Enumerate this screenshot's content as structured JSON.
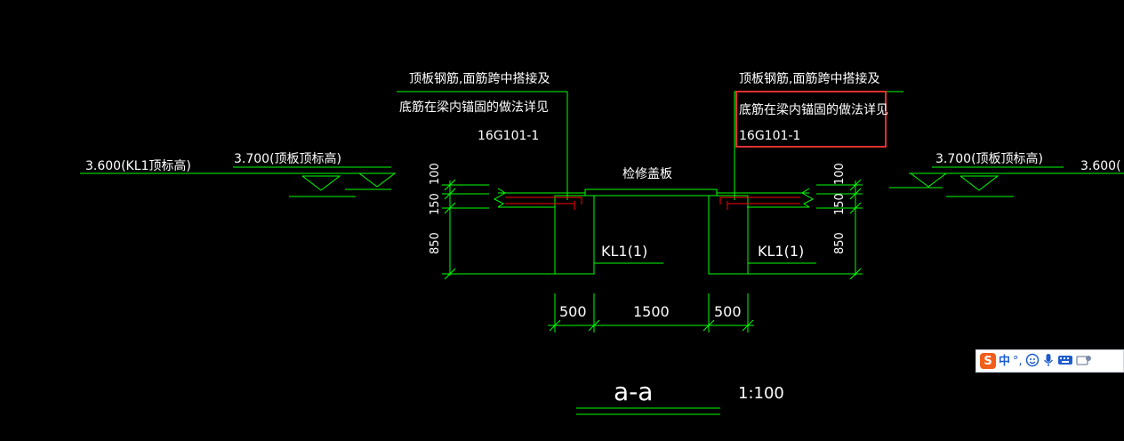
{
  "drawing": {
    "note_left": {
      "line1": "顶板钢筋,面筋跨中搭接及",
      "line2": "底筋在梁内锚固的做法详见",
      "line3": "16G101-1"
    },
    "note_right": {
      "line1": "顶板钢筋,面筋跨中搭接及",
      "line2": "底筋在梁内锚固的做法详见",
      "line3": "16G101-1"
    },
    "elev_left_kl": "3.600(KL1顶标高)",
    "elev_left_slab": "3.700(顶板顶标高)",
    "elev_right_slab": "3.700(顶板顶标高)",
    "elev_right_kl": "3.600(",
    "cover_label": "检修盖板",
    "dim_100_left": "100",
    "dim_150_left": "150",
    "dim_850_left": "850",
    "dim_100_right": "100",
    "dim_150_right": "150",
    "dim_850_right": "850",
    "beam_left": "KL1(1)",
    "beam_right": "KL1(1)",
    "dim_500_left": "500",
    "dim_1500": "1500",
    "dim_500_right": "500",
    "section_title": "a-a",
    "scale": "1:100",
    "colors": {
      "background": "#000000",
      "line": "#00ff00",
      "text": "#ffffff",
      "rebar": "#ff0000",
      "highlight": "#e03030"
    }
  },
  "ime": {
    "logo": "S",
    "mode": "中",
    "punct": "°,",
    "items": [
      "emoji-icon",
      "microphone-icon",
      "keyboard-icon",
      "skin-icon"
    ]
  }
}
